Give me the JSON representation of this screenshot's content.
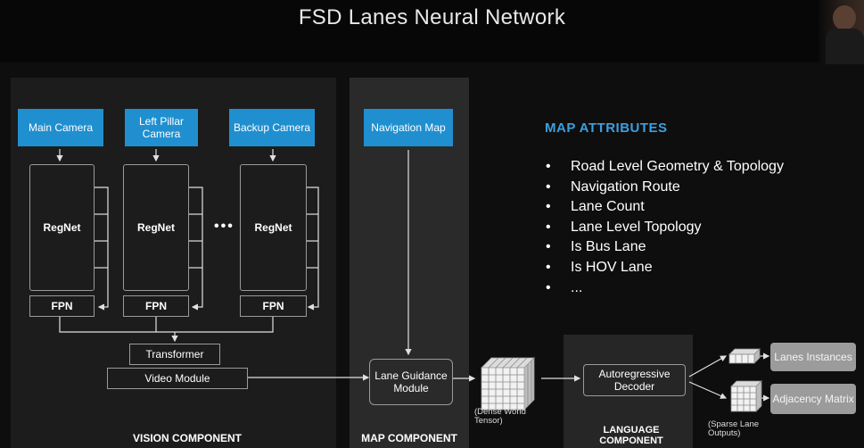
{
  "title": "FSD Lanes Neural Network",
  "cameras": [
    {
      "label": "Main Camera"
    },
    {
      "label": "Left Pillar Camera"
    },
    {
      "label": "Backup Camera"
    }
  ],
  "navigation_map": "Navigation Map",
  "regnet_label": "RegNet",
  "fpn_label": "FPN",
  "ellipsis": "•••",
  "transformer": "Transformer",
  "video_module": "Video Module",
  "lane_guidance": "Lane Guidance Module",
  "dense_tensor_caption": "(Dense World Tensor)",
  "autoregressive_decoder": "Autoregressive Decoder",
  "sparse_caption": "(Sparse Lane Outputs)",
  "outputs": {
    "lanes_instances": "Lanes Instances",
    "adjacency_matrix": "Adjacency Matrix"
  },
  "component_labels": {
    "vision": "VISION COMPONENT",
    "map": "MAP COMPONENT",
    "language": "LANGUAGE COMPONENT"
  },
  "map_attributes": {
    "heading": "MAP ATTRIBUTES",
    "items": [
      "Road Level Geometry & Topology",
      "Navigation Route",
      "Lane Count",
      "Lane Level Topology",
      "Is Bus Lane",
      "Is HOV Lane",
      "..."
    ]
  },
  "colors": {
    "camera_blue": "#1f8fd0",
    "heading_blue": "#3aa0e0",
    "output_gray": "#9b9b9b"
  }
}
